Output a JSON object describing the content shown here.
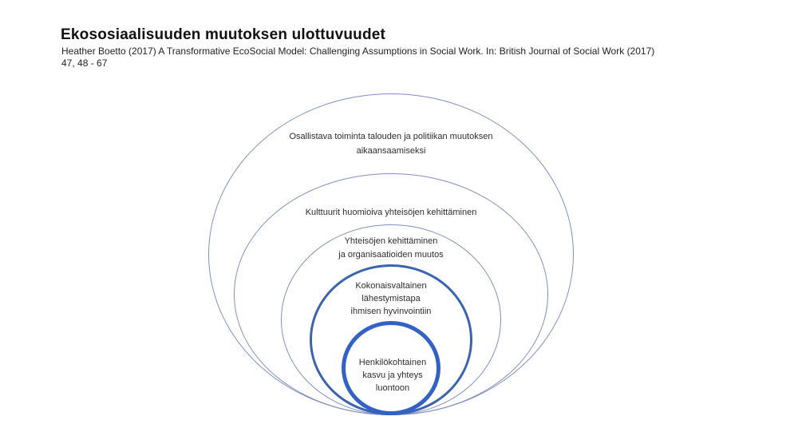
{
  "slide": {
    "title": "Ekososiaalisuuden muutoksen ulottuvuudet",
    "citation": {
      "line1": "Heather Boetto (2017) A Transformative EcoSocial Model: Challenging Assumptions in Social Work. In: British Journal of Social Work (2017)",
      "line2": "47, 48 - 67"
    }
  },
  "diagram": {
    "type": "nested-ellipses-onion",
    "description": "Five nested ellipses tangent at the bottom, from outermost societal level to innermost personal level",
    "background_color": "#ffffff",
    "text_color": "#2d2d2d",
    "rings": [
      {
        "level": 1,
        "label_lines": [
          "Osallistava toiminta talouden ja politiikan muutoksen",
          "aikaansaamiseksi"
        ],
        "stroke_color": "#8290c2",
        "stroke_weight": "thin"
      },
      {
        "level": 2,
        "label_lines": [
          "Kulttuurit huomioiva yhteisöjen kehittäminen"
        ],
        "stroke_color": "#8290c2",
        "stroke_weight": "thin"
      },
      {
        "level": 3,
        "label_lines": [
          "Yhteisöjen kehittäminen",
          "ja organisaatioiden muutos"
        ],
        "stroke_color": "#8290c2",
        "stroke_weight": "thin"
      },
      {
        "level": 4,
        "label_lines": [
          "Kokonaisvaltainen",
          "lähestymistapa",
          "ihmisen hyvinvointiin"
        ],
        "stroke_color": "#3a63b0",
        "stroke_weight": "medium"
      },
      {
        "level": 5,
        "label_lines": [
          "Henkilökohtainen",
          "kasvu ja yhteys",
          "luontoon"
        ],
        "stroke_color": "#3162c4",
        "stroke_weight": "thick"
      }
    ]
  }
}
